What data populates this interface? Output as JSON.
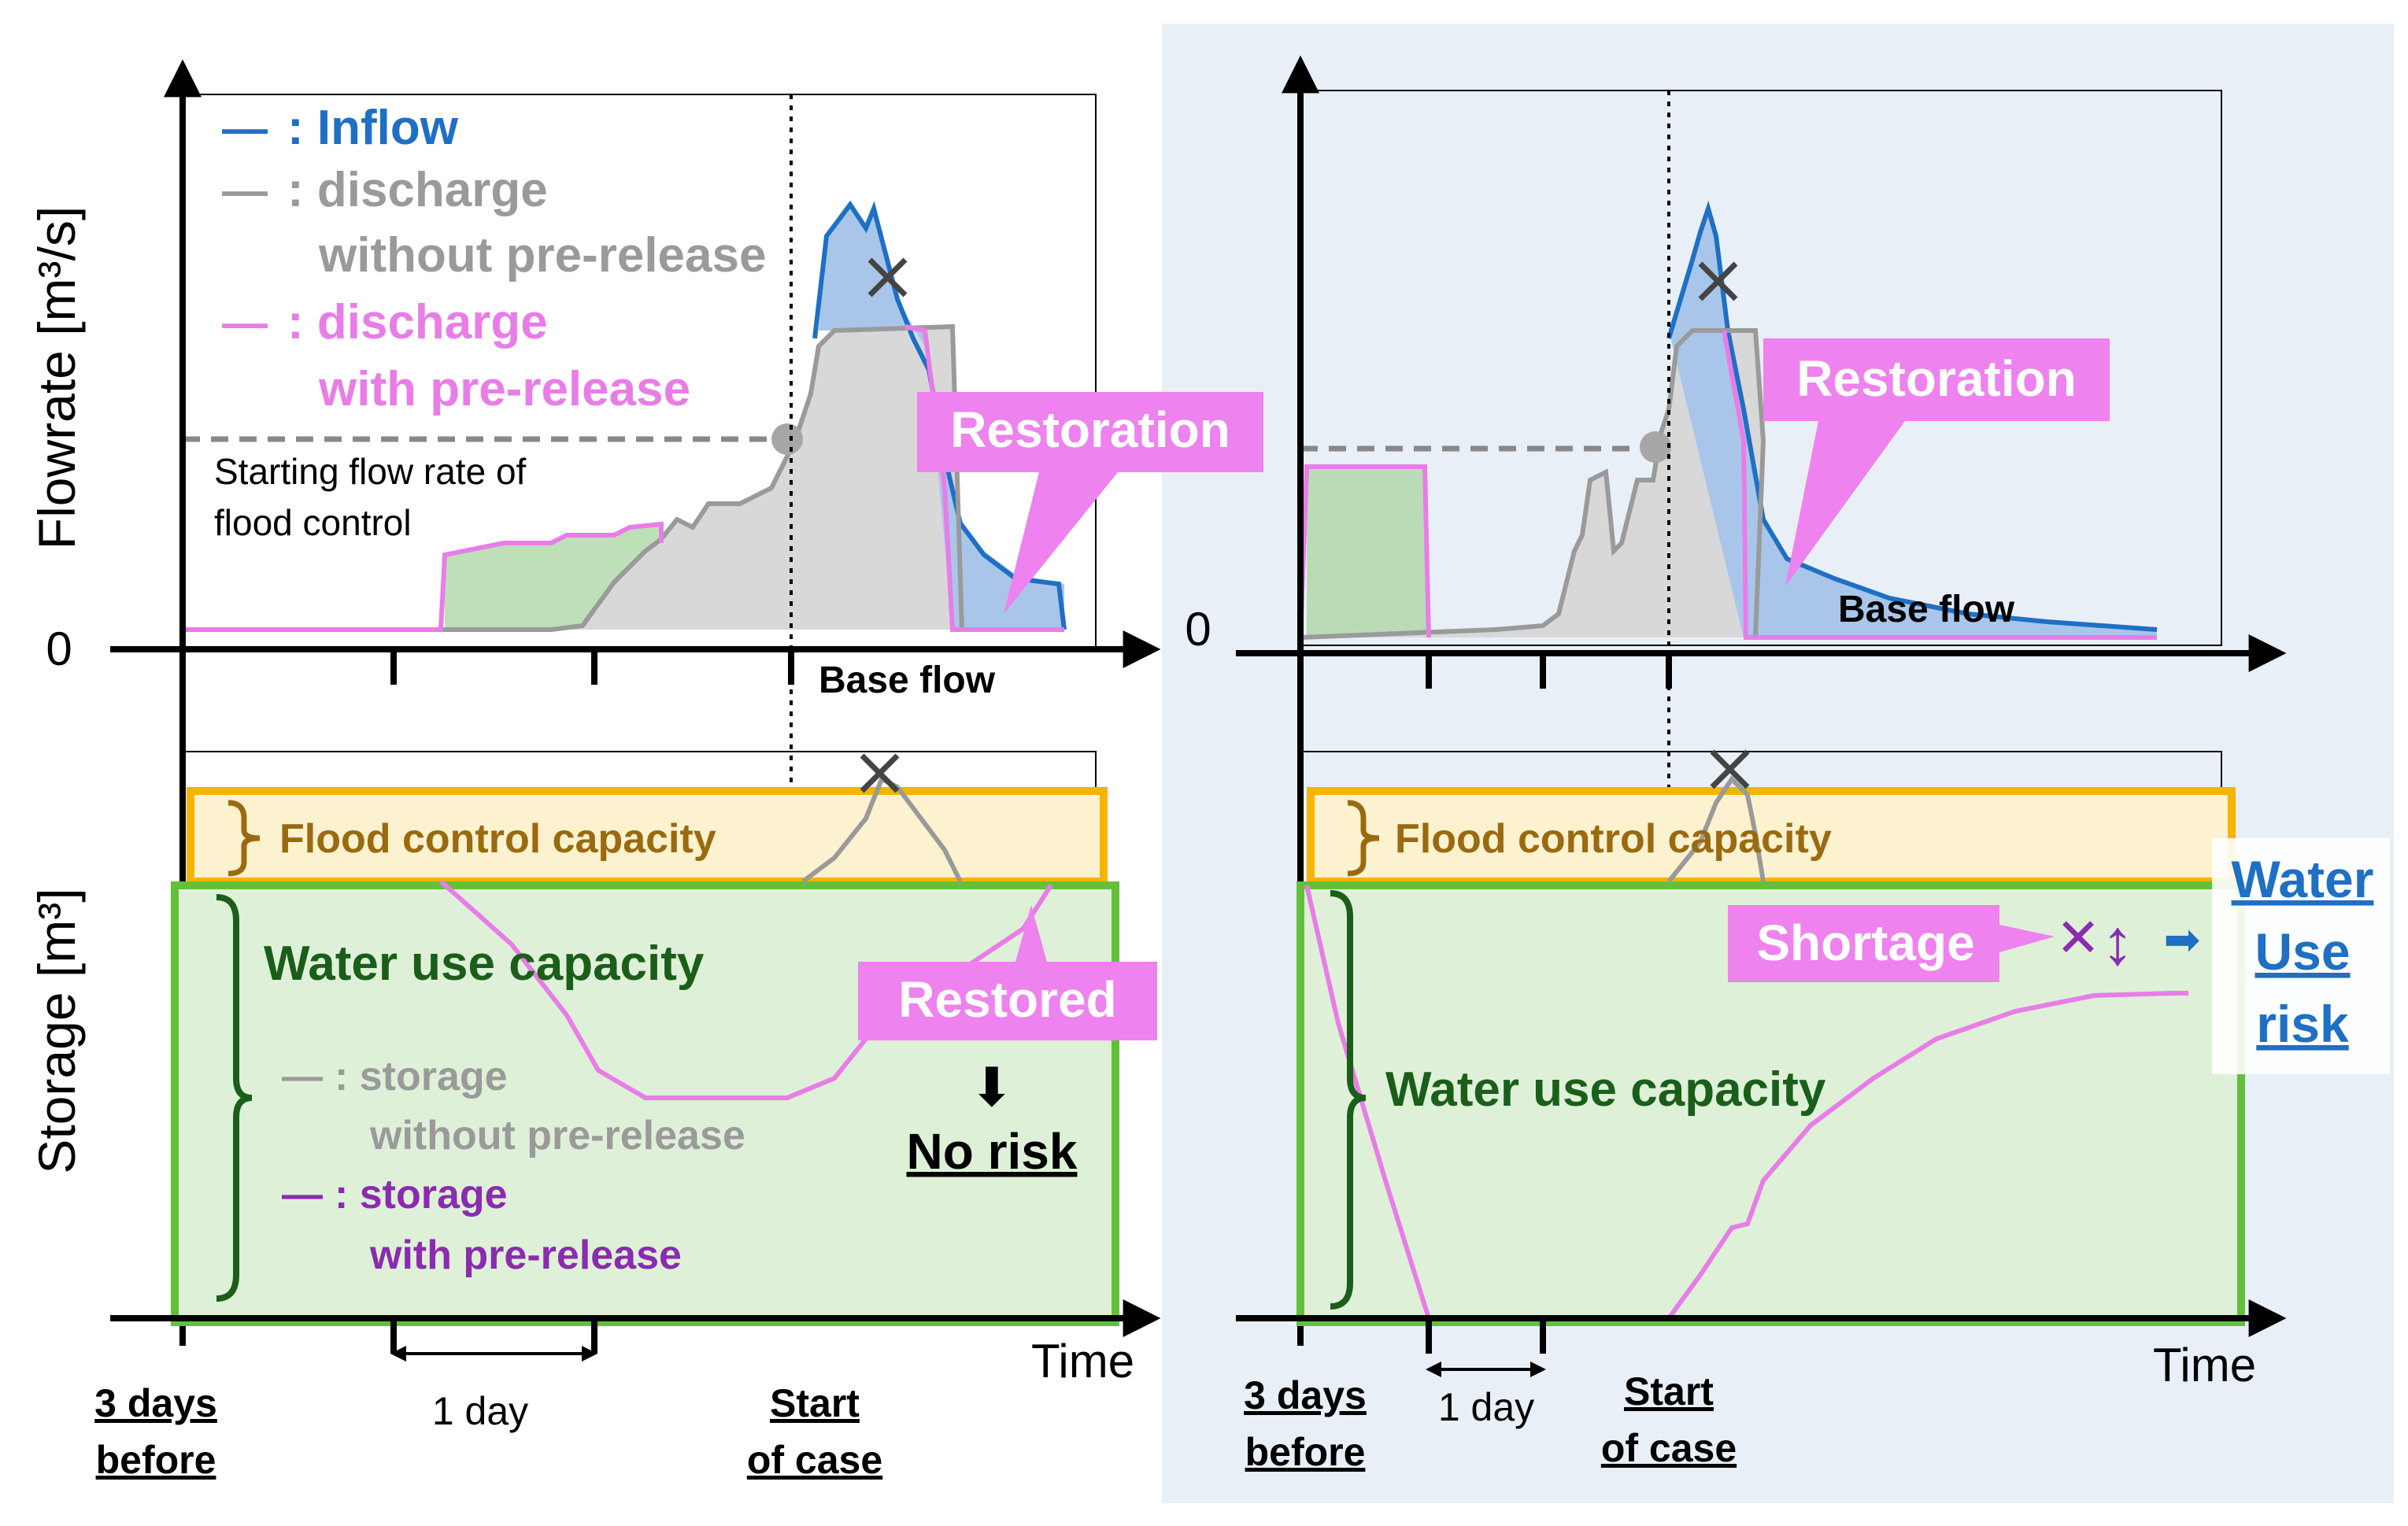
{
  "colors": {
    "inflow": "#1f6fc4",
    "without": "#9a9a9a",
    "with": "#e87de8",
    "storage_with": "#8a2bb0",
    "green_fill": "#dff0d8",
    "yellow_fill": "#fdf2cf",
    "yellow_border": "#f5b400",
    "green_border": "#63c03a",
    "dark_green": "#1a5e1a",
    "brown": "#9a6a10",
    "callout": "#ee82ee",
    "right_bg": "#e9eff7"
  },
  "left": {
    "axis": {
      "y_top": "Flowrate [m³/s]",
      "y_bottom": "Storage [m³]",
      "zero": "0",
      "time": "Time",
      "three_days_1": "3 days",
      "three_days_2": "before",
      "one_day": "1 day",
      "start_1": "Start",
      "start_2": "of case"
    },
    "legend": {
      "inflow_dash": "—",
      "inflow": ": Inflow",
      "without_dash": "—",
      "without_1": ": discharge",
      "without_2": "without pre-release",
      "with_dash": "—",
      "with_1": ": discharge",
      "with_2": "with pre-release"
    },
    "starting_flow_1": "Starting flow rate of",
    "starting_flow_2": "flood control",
    "restoration": "Restoration",
    "base_flow": "Base flow",
    "flood_control_capacity": "Flood control capacity",
    "water_use_capacity": "Water use capacity",
    "restored": "Restored",
    "arrow_down": "⬇",
    "no_risk": "No risk",
    "storage_legend": {
      "without_dash": "—",
      "without_1": ": storage",
      "without_2": "without pre-release",
      "with_dash": "—",
      "with_1": ": storage",
      "with_2": "with pre-release"
    }
  },
  "right": {
    "axis": {
      "zero": "0",
      "time": "Time",
      "three_days_1": "3 days",
      "three_days_2": "before",
      "one_day": "1 day",
      "start_1": "Start",
      "start_2": "of case"
    },
    "restoration": "Restoration",
    "base_flow": "Base flow",
    "flood_control_capacity": "Flood control capacity",
    "water_use_capacity": "Water use capacity",
    "shortage": "Shortage",
    "cross": "✕",
    "updown": "↕",
    "arrow_right": "➡",
    "water_use_risk_1": "Water",
    "water_use_risk_2": "Use",
    "water_use_risk_3": "risk"
  }
}
